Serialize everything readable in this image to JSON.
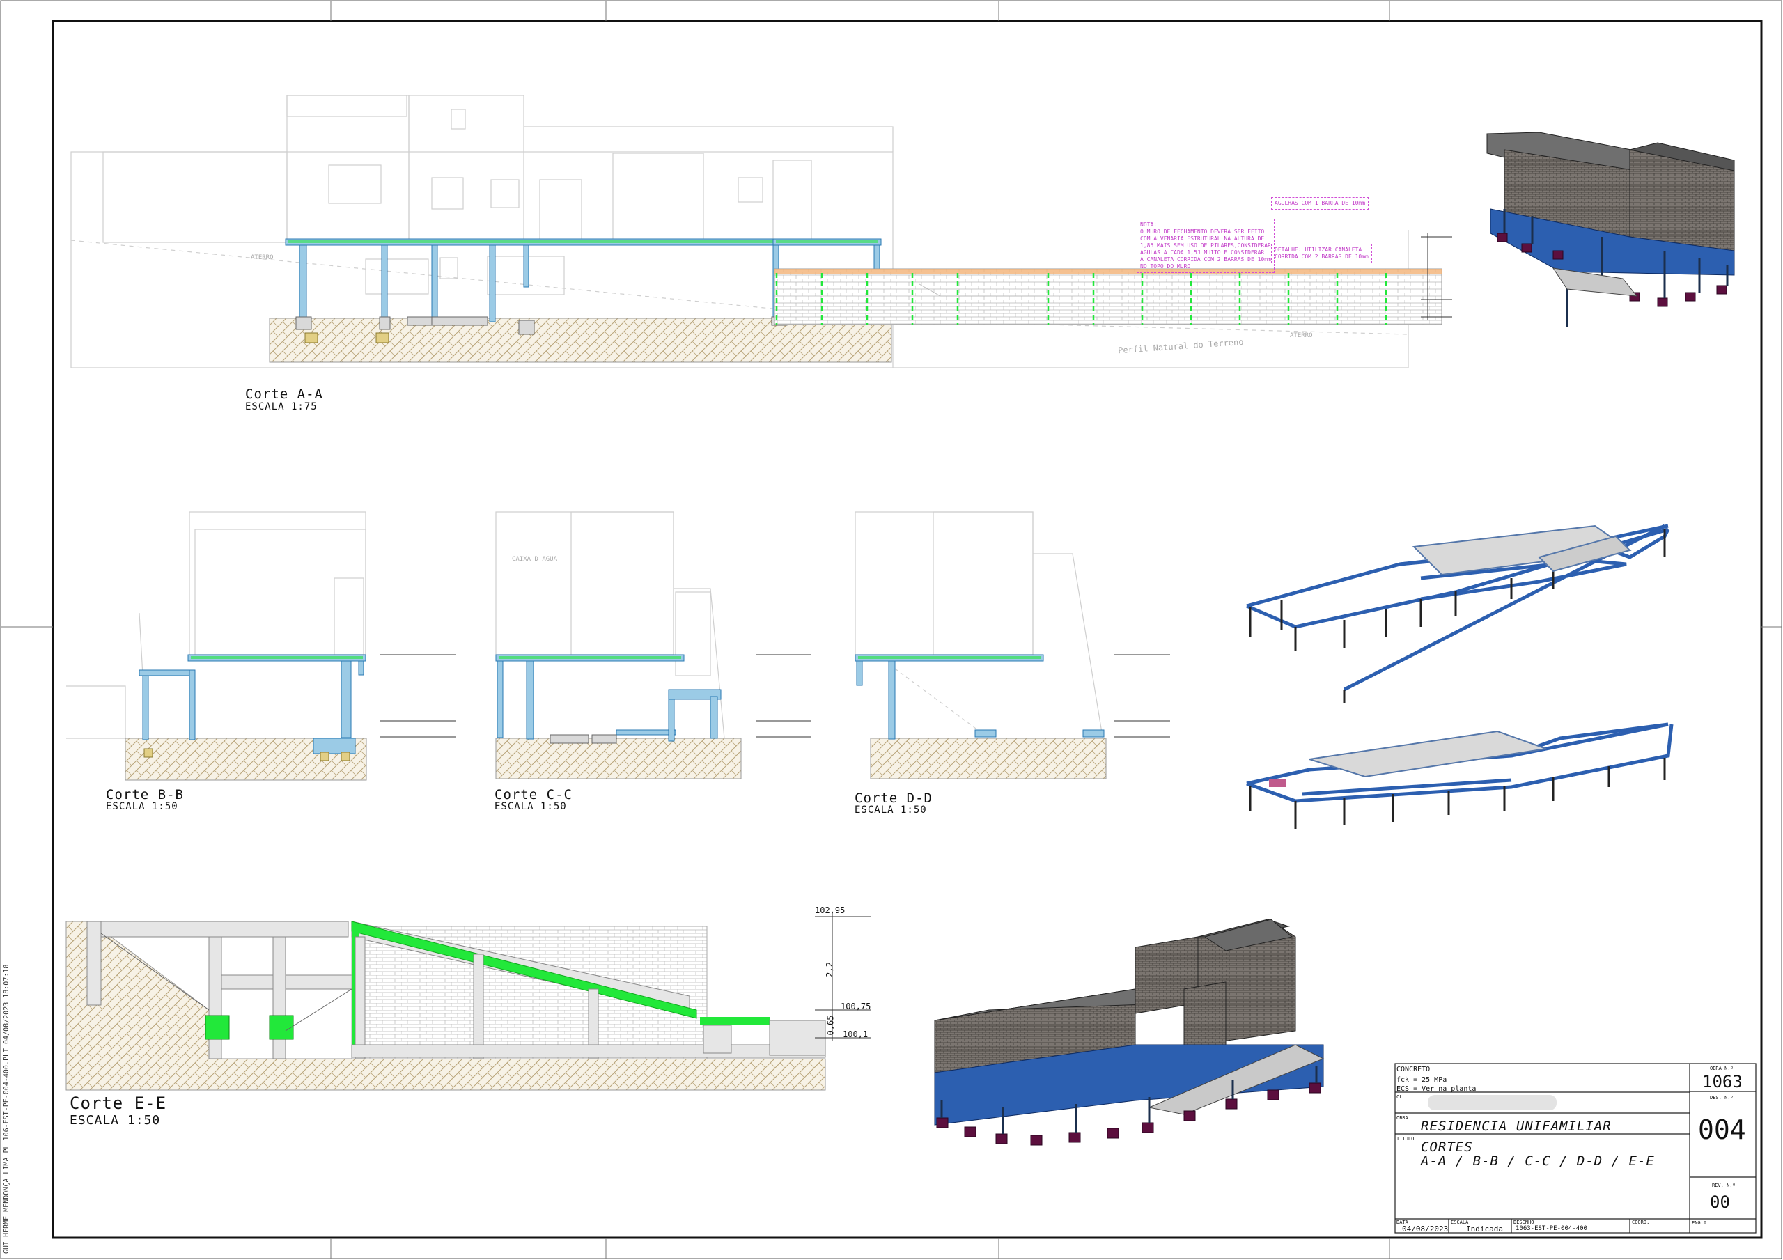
{
  "sections": {
    "aa": {
      "title": "Corte A-A",
      "scale": "ESCALA 1:75"
    },
    "bb": {
      "title": "Corte B-B",
      "scale": "ESCALA 1:50"
    },
    "cc": {
      "title": "Corte C-C",
      "scale": "ESCALA 1:50"
    },
    "dd": {
      "title": "Corte D-D",
      "scale": "ESCALA 1:50"
    },
    "ee": {
      "title": "Corte E-E",
      "scale": "ESCALA 1:50"
    }
  },
  "annotations": {
    "perfil_natural": "Perfil Natural do Terreno",
    "aterro": "ATERRO",
    "caixa_dagua": "CAIXA D'AGUA",
    "levels": {
      "l1": "102,95",
      "l2": "100,75",
      "l3": "100,1",
      "dim1": "2,2",
      "dim2": "0,65"
    }
  },
  "notes": {
    "nota": "NOTA:\nO MURO DE FECHAMENTO DEVERA SER FEITO\nCOM ALVENARIA ESTRUTURAL NA ALTURA DE\n1,85 MAIS SEM USO DE PILARES,CONSIDERAR\nAGULAS A CADA 1,5J MUITO E CONSIDERAR\nA CANALETA CORRIDA COM 2 BARRAS DE 10mm\nNO TOPO DO MURO",
    "agulhas": "AGULHAS COM 1 BARRA DE 10mm",
    "detalhe": "DETALHE: UTILIZAR CANALETA\nCORRIDA COM 2 BARRAS DE 10mm"
  },
  "title_block": {
    "concreto_label": "CONCRETO",
    "fck": "fck = 25   MPa",
    "ecs": "ECS = Ver na planta",
    "cliente_label": "CL",
    "obra_label": "OBRA",
    "obra": "RESIDENCIA UNIFAMILIAR",
    "titulo_label": "TITULO",
    "titulo_1": "CORTES",
    "titulo_2": "A-A / B-B / C-C / D-D / E-E",
    "obra_no_label": "OBRA N.º",
    "obra_no": "1063",
    "des_no_label": "DES. N.º",
    "des_no": "004",
    "rev_label": "REV. N.º",
    "rev": "00",
    "data_label": "DATA",
    "data": "04/08/2023",
    "escala_label": "ESCALA",
    "escala": "Indicada",
    "desenho_label": "DESENHO",
    "desenho": "1063-EST-PE-004-400",
    "coord_label": "COORD.",
    "eng_label": "ENG.º"
  },
  "side_text": "GUILHERME MENDONÇA LIMA PL 106-EST-PE-004-400.PLT 04/08/2023 18:07:18",
  "colors": {
    "beam": "#9bcbe6",
    "slab_green": "#22e83a",
    "hatch": "#c9b68f",
    "model_blue": "#2c5fb0",
    "brick": "#6f6a66",
    "note": "#c23cc8"
  }
}
